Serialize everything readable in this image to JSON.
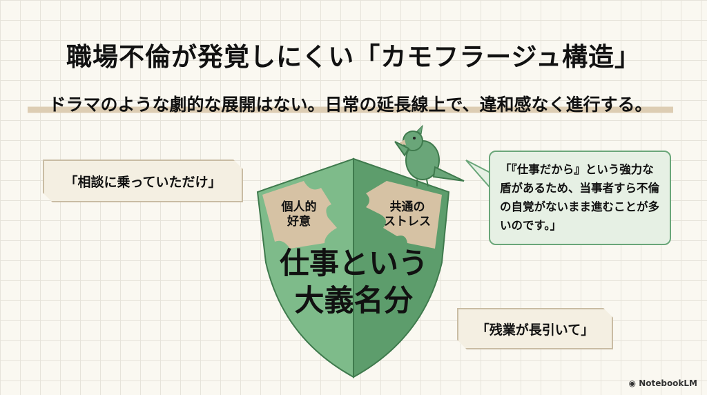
{
  "title": "職場不倫が発覚しにくい「カモフラージュ構造」",
  "subtitle": "ドラマのような劇的な展開はない。日常の延長線上で、違和感なく進行する。",
  "quotes": {
    "left": "「相談に乗っていただけ」",
    "bottom": "「残業が長引いて」"
  },
  "bubble": "「『仕事だから』という強力な盾があるため、当事者すら不倫の自覚がないまま進むことが多いのです。」",
  "shield": {
    "piece_left": "個人的\n好意",
    "piece_right": "共通の\nストレス",
    "main_line1": "仕事という",
    "main_line2": "大義名分"
  },
  "logo": "NotebookLM",
  "colors": {
    "shield_light": "#7ebb8a",
    "shield_dark": "#5d9d6c",
    "puzzle": "#d6c2a4"
  }
}
